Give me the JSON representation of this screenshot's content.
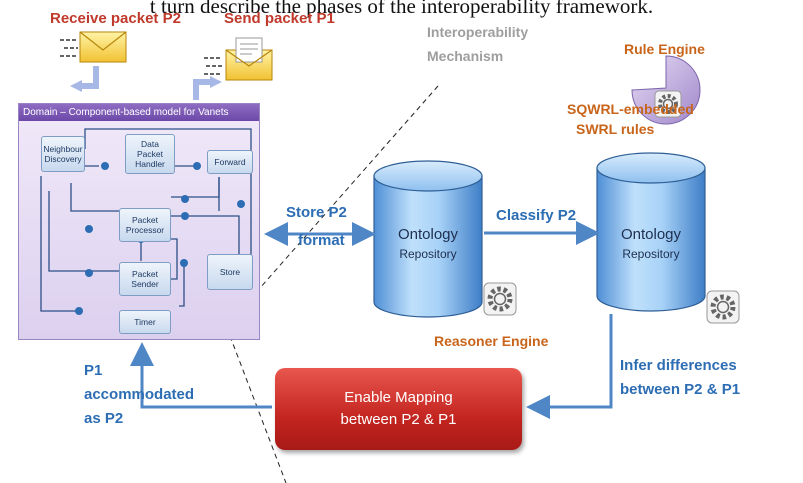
{
  "caption": "t turn describe the phases of the interoperability framework.",
  "receive_packet": "Receive packet P2",
  "send_packet": "Send packet P1",
  "mechanism": {
    "line1": "Interoperability",
    "line2": "Mechanism"
  },
  "domain_box": {
    "title": "Domain – Component-based model for Vanets",
    "components": {
      "neighbour": [
        "Neighbour",
        "Discovery"
      ],
      "data_handler": [
        "Data",
        "Packet",
        "Handler"
      ],
      "forward": "Forward",
      "processor": [
        "Packet",
        "Processor"
      ],
      "sender": [
        "Packet",
        "Sender"
      ],
      "store": "Store",
      "timer": "Timer"
    }
  },
  "store_label": {
    "line1": "Store P2",
    "line2": "format"
  },
  "classify_label": "Classify P2",
  "ontology_left": {
    "name": "Ontology",
    "sub": "Repository"
  },
  "ontology_right": {
    "name": "Ontology",
    "sub": "Repository"
  },
  "rule_engine": "Rule Engine",
  "sqwrl": {
    "line1": "SQWRL-embedded",
    "line2": "SWRL rules"
  },
  "reasoner_engine": "Reasoner Engine",
  "infer": {
    "line1": "Infer differences",
    "line2": "between P2 & P1"
  },
  "mapping": {
    "line1": "Enable Mapping",
    "line2": "between P2 & P1"
  },
  "p1_label": {
    "line1": "P1",
    "line2": "accommodated",
    "line3": "as P2"
  },
  "colors": {
    "arrow_blue": "#4f86c6",
    "text_blue": "#2c6db4",
    "red_text": "#c0392b",
    "orange_text": "#c8651b",
    "mapping_red": "#c42520",
    "domain_purple": "#7b58b5"
  }
}
